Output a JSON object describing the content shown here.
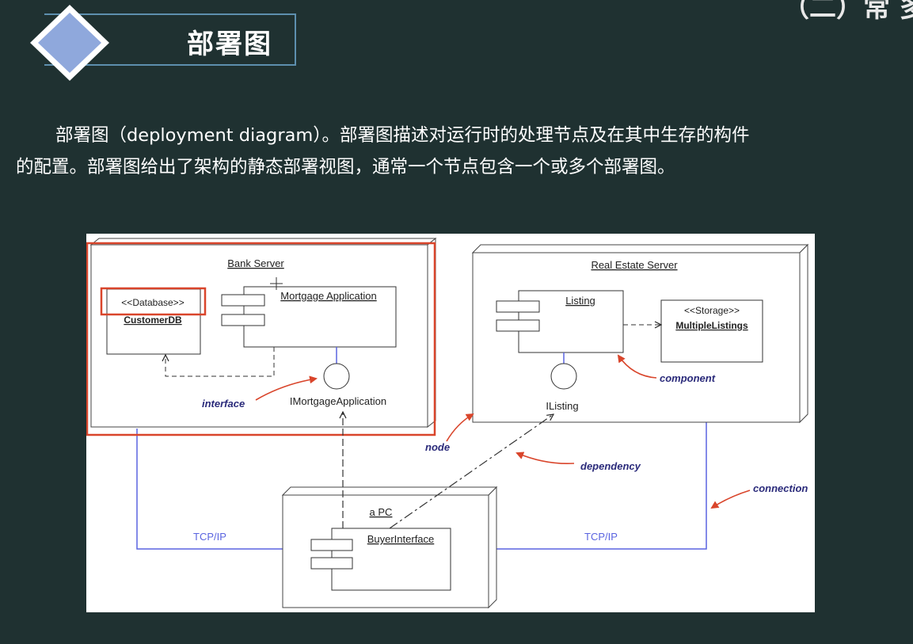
{
  "header": {
    "title": "部署图",
    "corner_text": "（二）常 多"
  },
  "description": {
    "line1": "部署图（deployment diagram）。部署图描述对运行时的处理节点及在其中生存的构件",
    "line2": "的配置。部署图给出了架构的静态部署视图，通常一个节点包含一个或多个部署图。"
  },
  "diagram": {
    "bank_server": "Bank Server",
    "database_stereotype": "<<Database>>",
    "customer_db": "CustomerDB",
    "mortgage_app": "Mortgage Application",
    "imortgage_app": "IMortgageApplication",
    "real_estate_server": "Real Estate Server",
    "listing": "Listing",
    "storage_stereotype": "<<Storage>>",
    "multiple_listings": "MultipleListings",
    "ilisting": "IListing",
    "a_pc": "a PC",
    "buyer_interface": "BuyerInterface",
    "tcpip_left": "TCP/IP",
    "tcpip_right": "TCP/IP",
    "annotations": {
      "interface": "interface",
      "node": "node",
      "component": "component",
      "dependency": "dependency",
      "connection": "connection"
    },
    "colors": {
      "highlight": "#d9452b",
      "connection": "#5a64e0",
      "annotation_text": "#2a2a7a"
    }
  }
}
